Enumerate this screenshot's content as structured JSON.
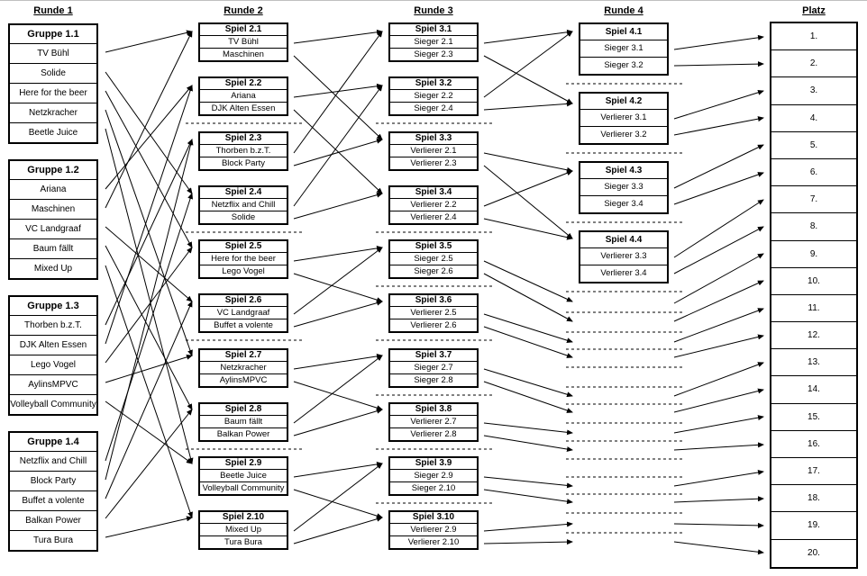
{
  "headers": [
    "Runde 1",
    "Runde 2",
    "Runde 3",
    "Runde 4",
    "Platz"
  ],
  "round1": [
    {
      "title": "Gruppe 1.1",
      "teams": [
        "TV Bühl",
        "Solide",
        "Here for the beer",
        "Netzkracher",
        "Beetle Juice"
      ]
    },
    {
      "title": "Gruppe 1.2",
      "teams": [
        "Ariana",
        "Maschinen",
        "VC Landgraaf",
        "Baum fällt",
        "Mixed Up"
      ]
    },
    {
      "title": "Gruppe 1.3",
      "teams": [
        "Thorben b.z.T.",
        "DJK Alten Essen",
        "Lego Vogel",
        "AylinsMPVC",
        "Volleyball Community"
      ]
    },
    {
      "title": "Gruppe 1.4",
      "teams": [
        "Netzflix and Chill",
        "Block Party",
        "Buffet a volente",
        "Balkan Power",
        "Tura Bura"
      ]
    }
  ],
  "round2": [
    {
      "title": "Spiel 2.1",
      "teams": [
        "TV Bühl",
        "Maschinen"
      ]
    },
    {
      "title": "Spiel 2.2",
      "teams": [
        "Ariana",
        "DJK Alten Essen"
      ]
    },
    {
      "title": "Spiel 2.3",
      "teams": [
        "Thorben b.z.T.",
        "Block Party"
      ]
    },
    {
      "title": "Spiel 2.4",
      "teams": [
        "Netzflix and Chill",
        "Solide"
      ]
    },
    {
      "title": "Spiel 2.5",
      "teams": [
        "Here for the beer",
        "Lego Vogel"
      ]
    },
    {
      "title": "Spiel 2.6",
      "teams": [
        "VC Landgraaf",
        "Buffet a volente"
      ]
    },
    {
      "title": "Spiel 2.7",
      "teams": [
        "Netzkracher",
        "AylinsMPVC"
      ]
    },
    {
      "title": "Spiel 2.8",
      "teams": [
        "Baum fällt",
        "Balkan Power"
      ]
    },
    {
      "title": "Spiel 2.9",
      "teams": [
        "Beetle Juice",
        "Volleyball Community"
      ]
    },
    {
      "title": "Spiel 2.10",
      "teams": [
        "Mixed Up",
        "Tura Bura"
      ]
    }
  ],
  "round3": [
    {
      "title": "Spiel 3.1",
      "teams": [
        "Sieger 2.1",
        "Sieger 2.3"
      ]
    },
    {
      "title": "Spiel 3.2",
      "teams": [
        "Sieger 2.2",
        "Sieger 2.4"
      ]
    },
    {
      "title": "Spiel 3.3",
      "teams": [
        "Verlierer 2.1",
        "Verlierer 2.3"
      ]
    },
    {
      "title": "Spiel 3.4",
      "teams": [
        "Verlierer 2.2",
        "Verlierer 2.4"
      ]
    },
    {
      "title": "Spiel 3.5",
      "teams": [
        "Sieger 2.5",
        "Sieger 2.6"
      ]
    },
    {
      "title": "Spiel 3.6",
      "teams": [
        "Verlierer 2.5",
        "Verlierer 2.6"
      ]
    },
    {
      "title": "Spiel 3.7",
      "teams": [
        "Sieger 2.7",
        "Sieger 2.8"
      ]
    },
    {
      "title": "Spiel 3.8",
      "teams": [
        "Verlierer 2.7",
        "Verlierer 2.8"
      ]
    },
    {
      "title": "Spiel 3.9",
      "teams": [
        "Sieger 2.9",
        "Sieger 2.10"
      ]
    },
    {
      "title": "Spiel 3.10",
      "teams": [
        "Verlierer 2.9",
        "Verlierer 2.10"
      ]
    }
  ],
  "round4": [
    {
      "title": "Spiel 4.1",
      "teams": [
        "Sieger 3.1",
        "Sieger 3.2"
      ]
    },
    {
      "title": "Spiel 4.2",
      "teams": [
        "Verlierer 3.1",
        "Verlierer 3.2"
      ]
    },
    {
      "title": "Spiel 4.3",
      "teams": [
        "Sieger 3.3",
        "Sieger 3.4"
      ]
    },
    {
      "title": "Spiel 4.4",
      "teams": [
        "Verlierer 3.3",
        "Verlierer 3.4"
      ]
    }
  ],
  "places": [
    "1.",
    "2.",
    "3.",
    "4.",
    "5.",
    "6.",
    "7.",
    "8.",
    "9.",
    "10.",
    "11.",
    "12.",
    "13.",
    "14.",
    "15.",
    "16.",
    "17.",
    "18.",
    "19.",
    "20."
  ]
}
